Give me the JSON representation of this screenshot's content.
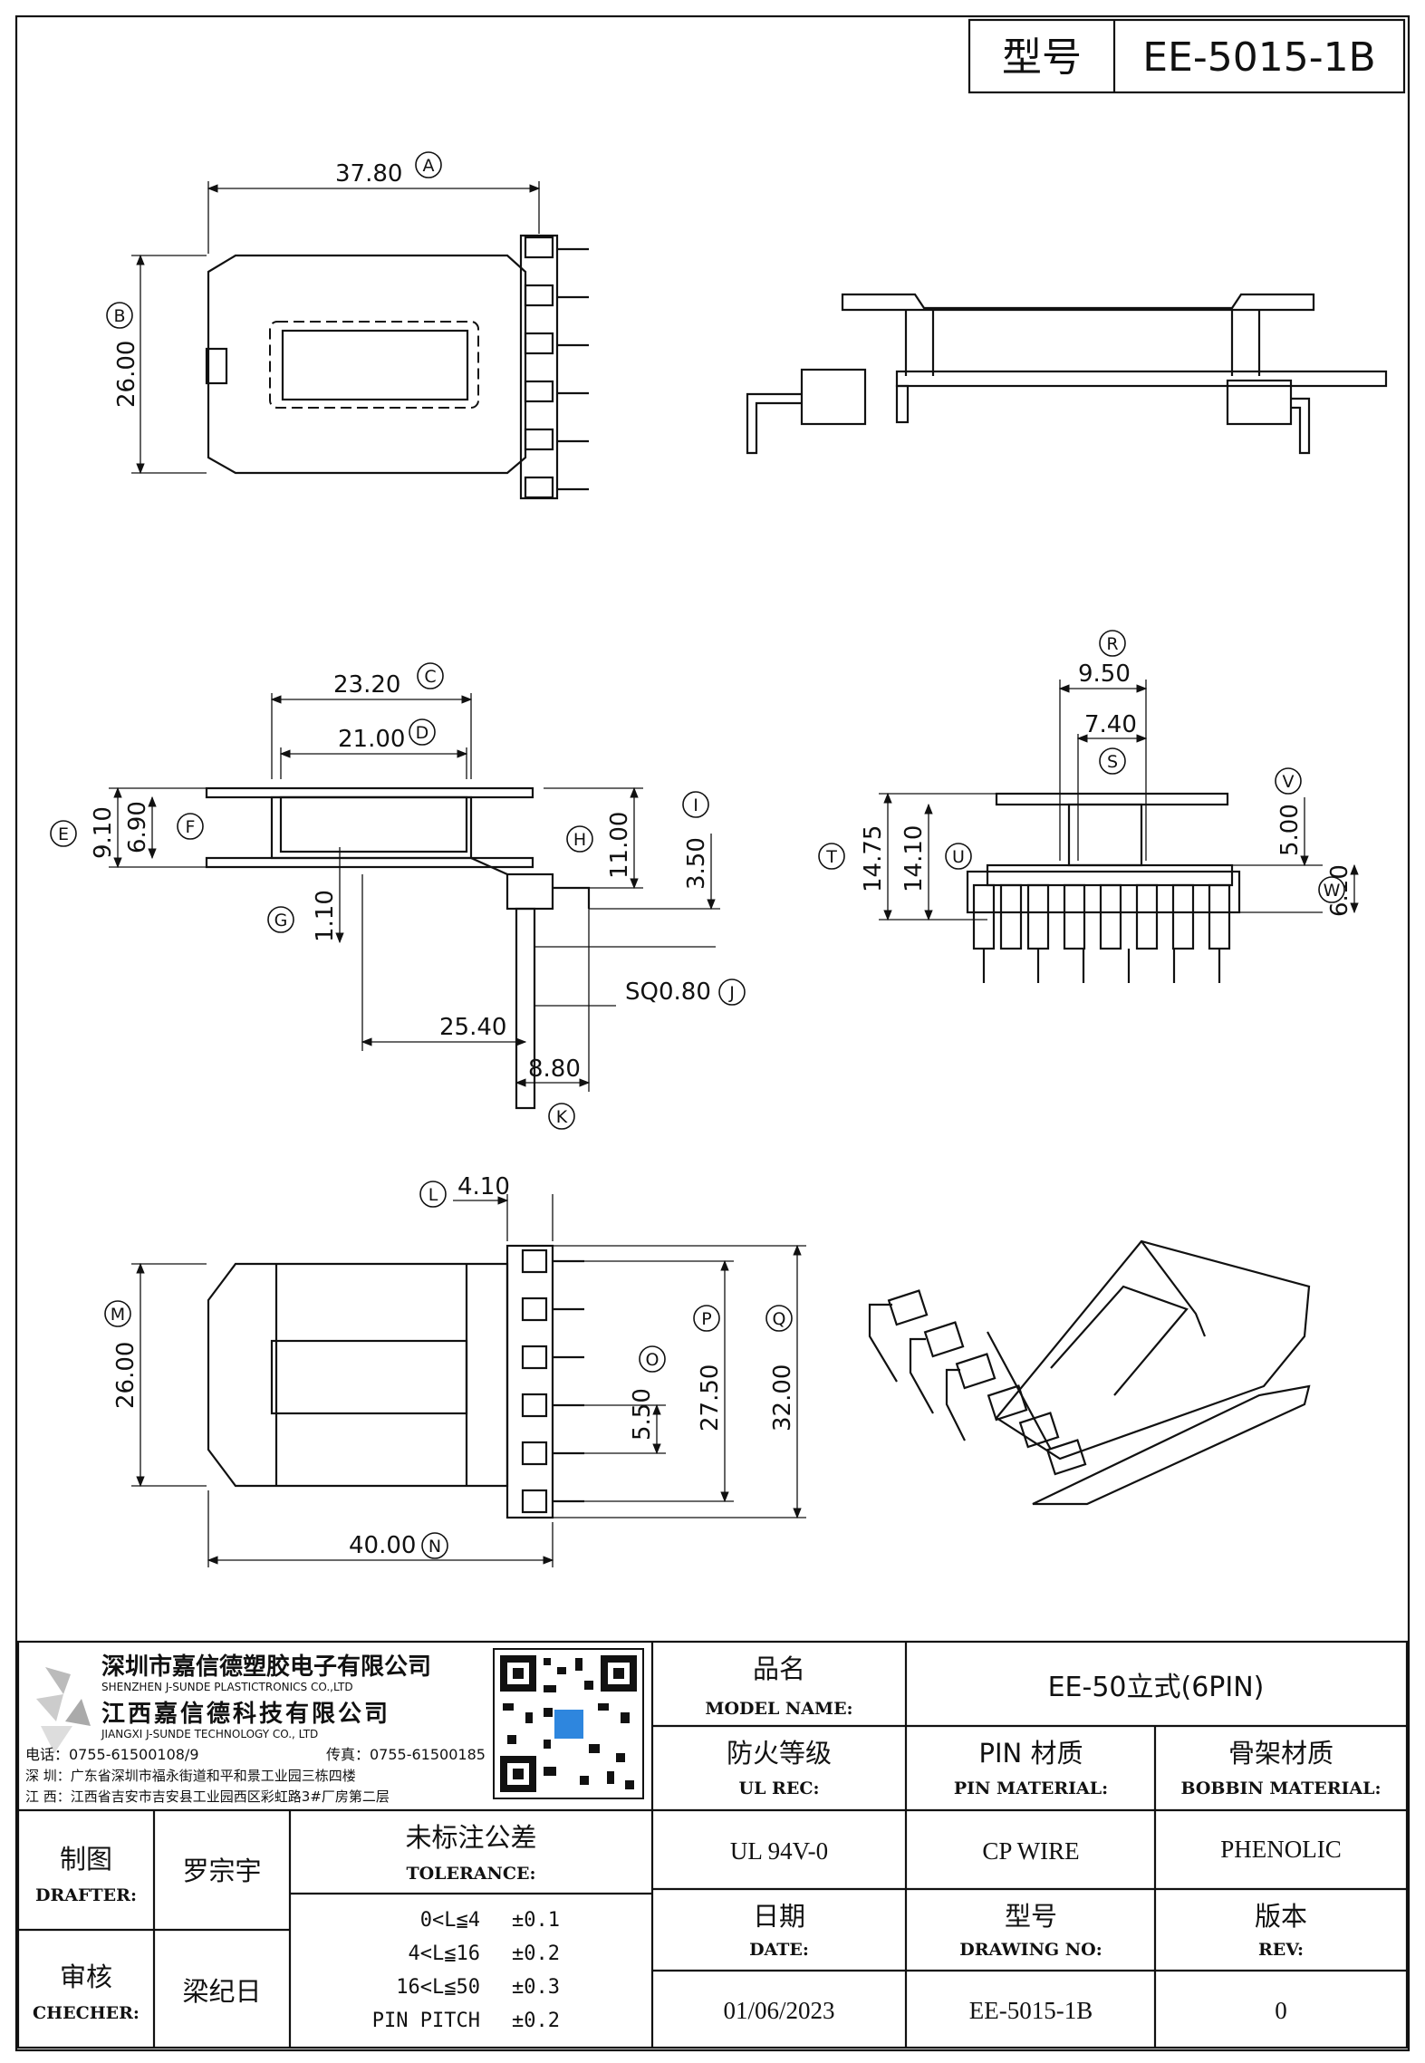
{
  "header": {
    "model_label": "型号",
    "model_value": "EE-5015-1B"
  },
  "dimensions": {
    "A": {
      "letter": "A",
      "value": "37.80"
    },
    "B": {
      "letter": "B",
      "value": "26.00"
    },
    "C": {
      "letter": "C",
      "value": "23.20"
    },
    "D": {
      "letter": "D",
      "value": "21.00"
    },
    "E": {
      "letter": "E",
      "value": "9.10"
    },
    "F": {
      "letter": "F",
      "value": "6.90"
    },
    "G": {
      "letter": "G",
      "value": "1.10"
    },
    "H": {
      "letter": "H",
      "value": "11.00"
    },
    "I": {
      "letter": "I",
      "value": "3.50"
    },
    "J": {
      "letter": "J",
      "value": "SQ0.80"
    },
    "K": {
      "letter": "K",
      "value": "8.80"
    },
    "K_extra": {
      "value": "25.40"
    },
    "L": {
      "letter": "L",
      "value": "4.10"
    },
    "M": {
      "letter": "M",
      "value": "26.00"
    },
    "N": {
      "letter": "N",
      "value": "40.00"
    },
    "O": {
      "letter": "O",
      "value": "5.50"
    },
    "P": {
      "letter": "P",
      "value": "27.50"
    },
    "Q": {
      "letter": "Q",
      "value": "32.00"
    },
    "R": {
      "letter": "R",
      "value": "9.50"
    },
    "S": {
      "letter": "S",
      "value": "7.40"
    },
    "T": {
      "letter": "T",
      "value": "14.75"
    },
    "U": {
      "letter": "U",
      "value": "14.10"
    },
    "V": {
      "letter": "V",
      "value": "5.00"
    },
    "W": {
      "letter": "W",
      "value": "6.10"
    }
  },
  "company": {
    "name_sz": "深圳市嘉信德塑胶电子有限公司",
    "name_sz_en": "SHENZHEN J-SUNDE PLASTICTRONICS CO.,LTD",
    "name_jx": "江西嘉信德科技有限公司",
    "name_jx_en": "JIANGXI J-SUNDE TECHNOLOGY CO., LTD",
    "phone": "电话：0755-61500108/9",
    "fax": "传真：0755-61500185",
    "addr_sz": "深 圳：广东省深圳市福永街道和平和景工业园三栋四楼",
    "addr_jx": "江 西：江西省吉安市吉安县工业园西区彩虹路3#厂房第二层"
  },
  "title_block": {
    "model_name_cn": "品名",
    "model_name_en": "MODEL NAME:",
    "model_name_value": "EE-50立式(6PIN)",
    "ul_cn": "防火等级",
    "ul_en": "UL REC:",
    "ul_value": "UL 94V-0",
    "pin_cn": "PIN 材质",
    "pin_en": "PIN MATERIAL:",
    "pin_value": "CP WIRE",
    "bobbin_cn": "骨架材质",
    "bobbin_en": "BOBBIN MATERIAL:",
    "bobbin_value": "PHENOLIC",
    "drafter_cn": "制图",
    "drafter_en": "DRAFTER:",
    "drafter_value": "罗宗宇",
    "checker_cn": "审核",
    "checker_en": "CHECHER:",
    "checker_value": "梁纪日",
    "tol_cn": "未标注公差",
    "tol_en": "TOLERANCE:",
    "tolerances": [
      {
        "range": "0<L≦4",
        "value": "±0.1"
      },
      {
        "range": "4<L≦16",
        "value": "±0.2"
      },
      {
        "range": "16<L≦50",
        "value": "±0.3"
      },
      {
        "range": "PIN PITCH",
        "value": "±0.2"
      }
    ],
    "date_cn": "日期",
    "date_en": "DATE:",
    "date_value": "01/06/2023",
    "drawing_cn": "型号",
    "drawing_en": "DRAWING NO:",
    "drawing_value": "EE-5015-1B",
    "rev_cn": "版本",
    "rev_en": "REV:",
    "rev_value": "0"
  }
}
